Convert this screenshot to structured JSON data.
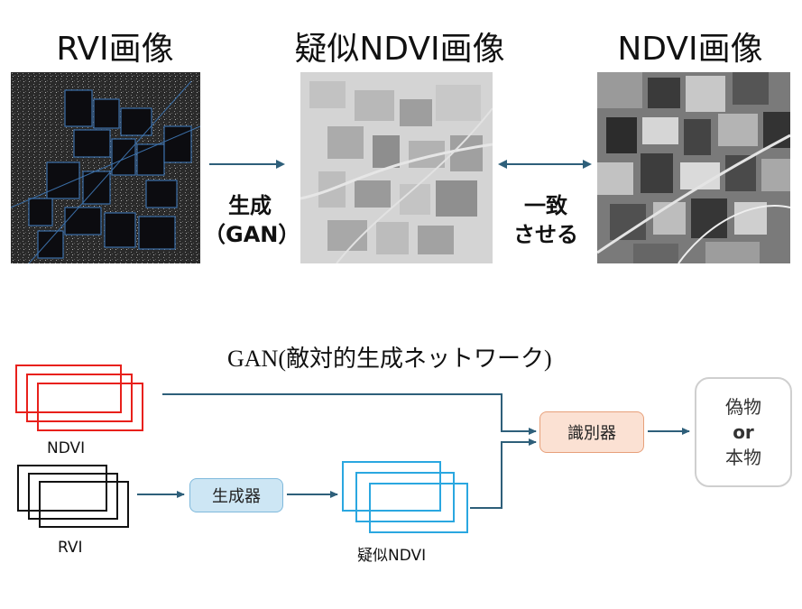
{
  "top": {
    "rvi_title": "RVI画像",
    "pseudo_title": "疑似NDVI画像",
    "ndvi_title": "NDVI画像",
    "generate_label_line1": "生成",
    "generate_label_line2": "（GAN）",
    "match_label_line1": "一致",
    "match_label_line2": "させる"
  },
  "gan": {
    "title": "GAN(敵対的生成ネットワーク)",
    "ndvi_label": "NDVI",
    "rvi_label": "RVI",
    "generator_label": "生成器",
    "pseudo_ndvi_label": "疑似NDVI",
    "discriminator_label": "識別器",
    "output_fake": "偽物",
    "output_or": "or",
    "output_real": "本物"
  },
  "colors": {
    "arrow": "#2e5f7a",
    "ndvi_frames": "#e8201b",
    "rvi_frames": "#111111",
    "pseudo_frames": "#2aa7e0",
    "generator_fill": "#cde6f4",
    "generator_border": "#7fb9dc",
    "discriminator_fill": "#fbe1d3",
    "discriminator_border": "#e7a07a",
    "output_border": "#cfcfcf"
  }
}
